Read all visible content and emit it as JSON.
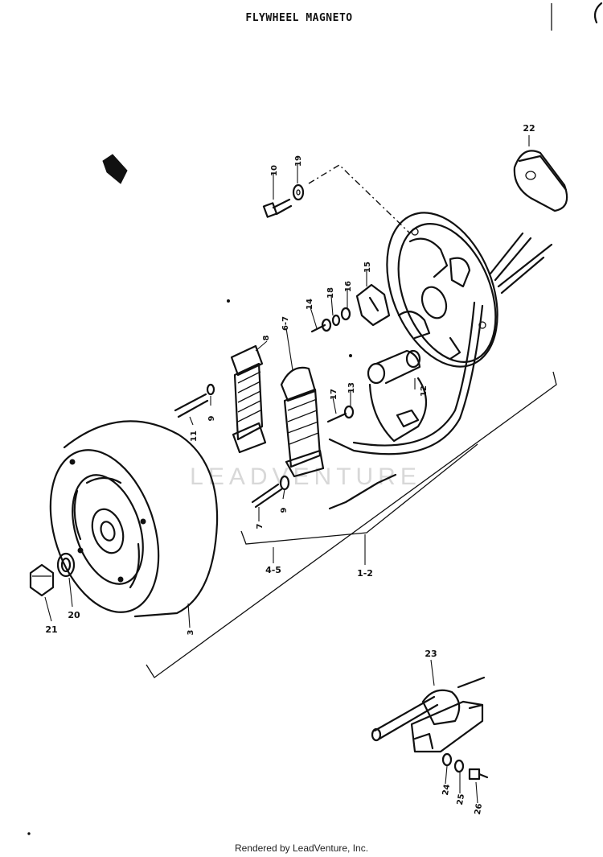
{
  "title": "FLYWHEEL MAGNETO",
  "watermark": "LEADVENTURE",
  "footer": "Rendered by LeadVenture, Inc.",
  "callouts": {
    "c22": "22",
    "c10": "10",
    "c19": "19",
    "c15": "15",
    "c16": "16",
    "c18": "18",
    "c14": "14",
    "c67": "6-7",
    "c17": "17",
    "c13": "13",
    "c12": "12",
    "c9": "9",
    "c11": "11",
    "c8": "8",
    "c7": "7",
    "c9b": "9",
    "c45": "4-5",
    "c12b": "1-2",
    "c21": "21",
    "c20": "20",
    "c3": "3",
    "c23": "23",
    "c24": "24",
    "c25": "25",
    "c26": "26"
  }
}
